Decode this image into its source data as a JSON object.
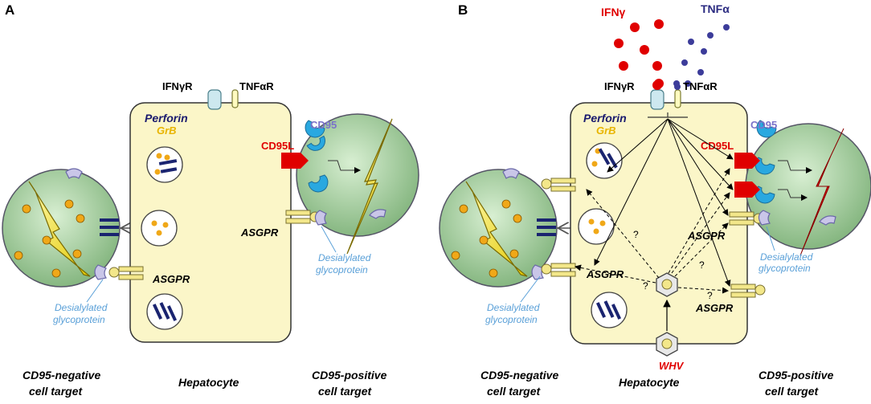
{
  "panels": {
    "a": {
      "letter": "A",
      "ifngr_label": "IFNγR",
      "tnfar_label": "TNFαR",
      "perforin_label": "Perforin",
      "grb_label": "GrB",
      "cd95_label": "CD95",
      "cd95l_label": "CD95L",
      "asgpr_right_label": "ASGPR",
      "asgpr_left_label": "ASGPR",
      "desialylated_right": [
        "Desialylated",
        "glycoprotein"
      ],
      "desialylated_left": [
        "Desialylated",
        "glycoprotein"
      ],
      "captions": {
        "left": [
          "CD95-negative",
          "cell target"
        ],
        "center": [
          "Hepatocyte"
        ],
        "right": [
          "CD95-positive",
          "cell target"
        ]
      }
    },
    "b": {
      "letter": "B",
      "ifng_label": "IFNγ",
      "tnfa_label": "TNFα",
      "ifngr_label": "IFNγR",
      "tnfar_label": "TNFαR",
      "perforin_label": "Perforin",
      "grb_label": "GrB",
      "cd95_label": "CD95",
      "cd95l_label": "CD95L",
      "asgpr_upper_label": "ASGPR",
      "asgpr_left_label": "ASGPR",
      "asgpr_lower_label": "ASGPR",
      "desialylated_right": [
        "Desialylated",
        "glycoprotein"
      ],
      "desialylated_left": [
        "Desialylated",
        "glycoprotein"
      ],
      "question_mark": "?",
      "whv_label": "WHV",
      "captions": {
        "left": [
          "CD95-negative",
          "cell target"
        ],
        "center": [
          "Hepatocyte"
        ],
        "right": [
          "CD95-positive",
          "cell target"
        ]
      }
    }
  },
  "colors": {
    "hepatocyte_fill": "#fbf6c8",
    "target_cell_fill": "#a9d0a3",
    "granule_orange": "#f0a818",
    "granule_bar": "#1a2470",
    "cd95_blue": "#29a8e0",
    "cd95l_red": "#e00000",
    "ifng_red": "#e00000",
    "tnfa_navy": "#3c3c9a",
    "bolt_yellow": "#f2e600",
    "bolt_red": "#e00000"
  }
}
